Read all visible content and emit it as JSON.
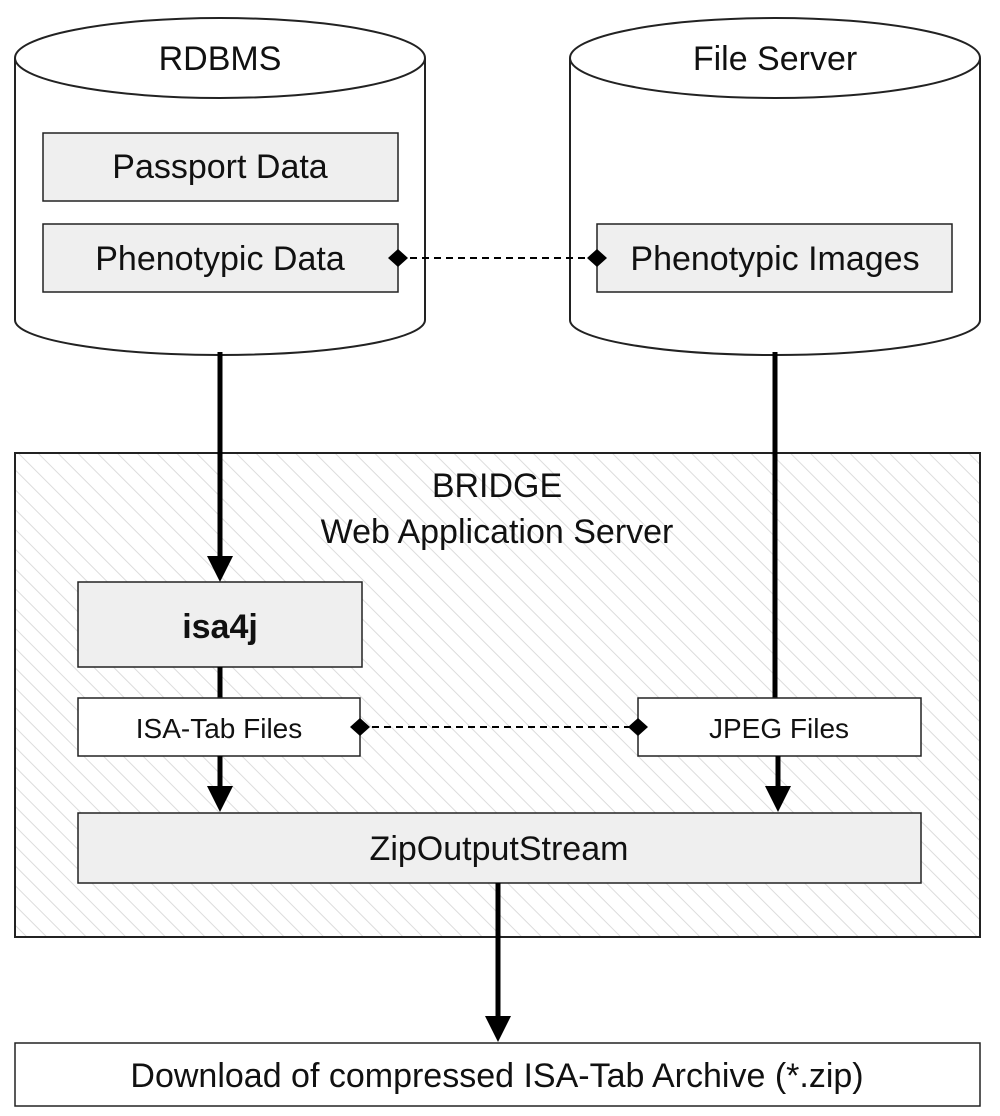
{
  "cylinders": {
    "rdbms": {
      "label": "RDBMS"
    },
    "file_server": {
      "label": "File Server"
    }
  },
  "data_boxes": {
    "passport_data": "Passport Data",
    "phenotypic_data": "Phenotypic Data",
    "phenotypic_images": "Phenotypic Images"
  },
  "server": {
    "title": "BRIDGE",
    "subtitle": "Web Application Server",
    "isa4j": "isa4j",
    "isa_tab_files": "ISA-Tab Files",
    "jpeg_files": "JPEG Files",
    "zip_output_stream": "ZipOutputStream"
  },
  "download": {
    "label": "Download of compressed ISA-Tab Archive (*.zip)"
  },
  "colors": {
    "box_fill": "#efefef",
    "white": "#ffffff",
    "stroke": "#222222",
    "hatch": "#d8d8d8"
  }
}
